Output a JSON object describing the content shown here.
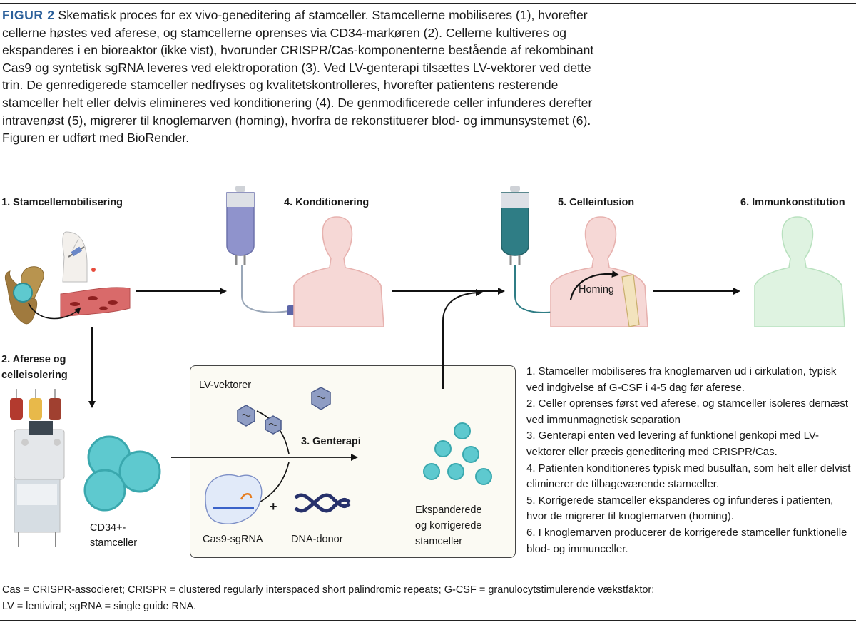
{
  "caption": {
    "label": "FIGUR 2",
    "text": " Skematisk proces for ex vivo-geneditering af stamceller. Stamcellerne mobiliseres (1), hvorefter cellerne høstes ved aferese, og stamcellerne oprenses via CD34-markøren (2). Cellerne kultiveres og ekspanderes i en bioreaktor (ikke vist), hvorunder CRISPR/Cas-komponenterne bestående af rekombinant Cas9 og syntetisk sgRNA leveres ved elektro­poration (3). Ved LV-genterapi tilsættes LV-vektorer ved dette trin. De genredigerede stamceller nedfryses og kvalitetskontrolleres, hvorefter patientens resterende stamceller helt eller delvis elimineres ved konditionering (4). De genmodificerede celler infunderes derefter intravenøst (5), migrerer til knoglemarven (homing), hvorfra de rekonstituerer blod- og immunsystemet (6). Figuren er udført med BioRender."
  },
  "steps": {
    "s1": "1. Stamcellemobilisering",
    "s2a": "2. Aferese og",
    "s2b": "celleisolering",
    "s3": "3. Genterapi",
    "s4": "4. Konditionering",
    "s5": "5. Celleinfusion",
    "s6": "6. Immunkonstitution"
  },
  "labels": {
    "cd34a": "CD34+-",
    "cd34b": "stamceller",
    "lv": "LV-vektorer",
    "cas9": "Cas9-sgRNA",
    "plus": "+",
    "dna": "DNA-donor",
    "exp1": "Ekspanderede",
    "exp2": "og korrigerede",
    "exp3": "stamceller",
    "homing": "Homing"
  },
  "notes": [
    "1. Stamceller mobiliseres fra knoglemarven ud i cirkulation, typisk ved indgivelse af G-CSF i 4-5 dag før aferese.",
    "2. Celler oprenses først ved aferese, og stamceller isoleres dernæst ved immunmagnetisk separation",
    "3. Genterapi enten ved levering af funktionel genkopi med LV-vektorer eller præcis geneditering med CRISPR/Cas.",
    "4. Patienten konditioneres typisk med busulfan, som helt eller delvist eliminerer de tilbageværende stamceller.",
    "5. Korrigerede stamceller ekspanderes og infunderes i patienten, hvor de migrerer til knoglemarven (homing).",
    "6. I knoglemarven producerer de korrigerede stamceller funktionelle blod- og immunceller."
  ],
  "footer": {
    "line1": "Cas = CRISPR-associeret; CRISPR = clustered regularly interspaced short palindromic repeats; G-CSF = granulocytstimulerende vækstfaktor;",
    "line2": "LV = lentiviral; sgRNA = single guide RNA."
  },
  "colors": {
    "accent": "#2a5f9a",
    "cell": "#5ec9cf",
    "skin": "#f6d8d6",
    "skin_healthy": "#dff3e1",
    "bag_purple": "#8f93cc",
    "bag_teal": "#2f7d85"
  }
}
